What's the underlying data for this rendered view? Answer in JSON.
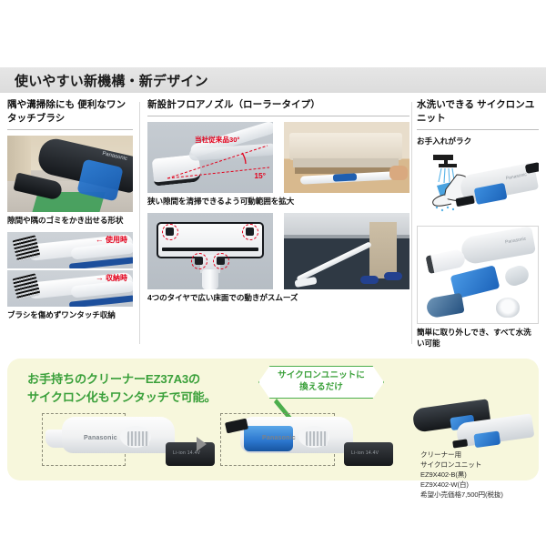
{
  "header": {
    "title": "使いやすい新機構・新デザイン"
  },
  "columns": {
    "left": {
      "heading": "隅や溝掃除にも\n便利なワンタッチブラシ",
      "caption_top": "隙間や隅のゴミをかき出せる形状",
      "label_use": "使用時",
      "label_store": "収納時",
      "caption_bottom": "ブラシを傷めずワンタッチ収納"
    },
    "middle": {
      "heading": "新設計フロアノズル（ローラータイプ）",
      "angle_conventional": "当社従来品30°",
      "angle_new": "15°",
      "caption_top": "狭い隙間を清掃できるよう可動範囲を拡大",
      "caption_bottom": "4つのタイヤで広い床面での動きがスムーズ"
    },
    "right": {
      "heading": "水洗いできる\nサイクロンユニット",
      "subcaption": "お手入れがラク",
      "caption_bottom": "簡単に取り外しでき、すべて水洗い可能"
    }
  },
  "promo": {
    "title": "お手持ちのクリーナーEZ37A3の\nサイクロン化もワンタッチで可能。",
    "cta": "サイクロンユニットに\n換えるだけ",
    "battery_label": "Li-ion 14.4V",
    "brand": "Panasonic",
    "sku_text": "クリーナー用\nサイクロンユニット\nEZ9X402-B(黒)\nEZ9X402-W(白)\n希望小売価格7,500円(税抜)"
  },
  "colors": {
    "header_band": "#e0e0e0",
    "promo_background": "#f7f7dc",
    "promo_green": "#3aa03a",
    "accent_red": "#e3001b",
    "accent_blue": "#1f5fb0"
  }
}
